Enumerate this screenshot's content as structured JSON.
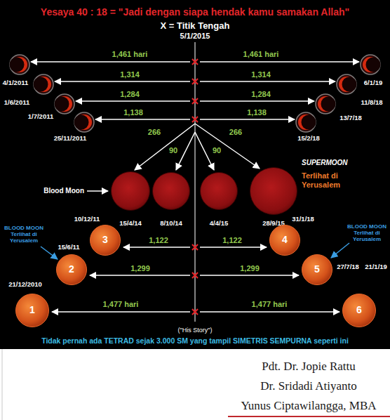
{
  "diagram": {
    "title": "Yesaya 40 : 18 = \"Jadi dengan siapa hendak kamu samakan Allah\"",
    "caption": "Tidak pernah ada TETRAD sejak 3.000 SM yang tampil SIMETRIS SEMPURNA seperti ini",
    "nodes": [
      {
        "text": [
          "15/4/14"
        ]
      },
      {
        "text": [
          "8/10/14"
        ]
      },
      {
        "text": [
          "4/4/15"
        ]
      },
      {
        "text": [
          "28/9/15"
        ]
      },
      {
        "text": [
          "1",
          "21/12/2010"
        ]
      },
      {
        "text": [
          "2",
          "15/6/11"
        ]
      },
      {
        "text": [
          "3",
          "10/12/11"
        ]
      },
      {
        "text": [
          "4",
          "31/1/18"
        ]
      },
      {
        "text": [
          "5",
          "27/7/18"
        ]
      },
      {
        "text": [
          "6",
          "21/1/19"
        ]
      }
    ],
    "labels": [
      "X = Titik Tengah",
      "5/1/2015",
      "1,461 hari",
      "1,461 hari",
      "1,314",
      "1,314",
      "1,284",
      "1,284",
      "1,138",
      "1,138",
      "4/1/2011",
      "1/6/2011",
      "1/7/2011",
      "25/11/2011",
      "6/1/19",
      "11/8/18",
      "13/7/18",
      "15/2/18",
      "266",
      "266",
      "90",
      "90",
      "Blood Moon",
      "SUPERMOON",
      "Terlihat di Yerusalem",
      "BLOOD MOON Terlihat di Yerusalem",
      "BLOOD MOON Terlihat di Yerusalem",
      "1,122",
      "1,122",
      "1,299",
      "1,299",
      "1,477 hari",
      "1,477 hari",
      "(\"His Story\")",
      "Pdt. Dr. Jopie Rattu",
      "Dr. Sridadi Atiyanto",
      "Yunus Ciptawilangga, MBA"
    ]
  }
}
